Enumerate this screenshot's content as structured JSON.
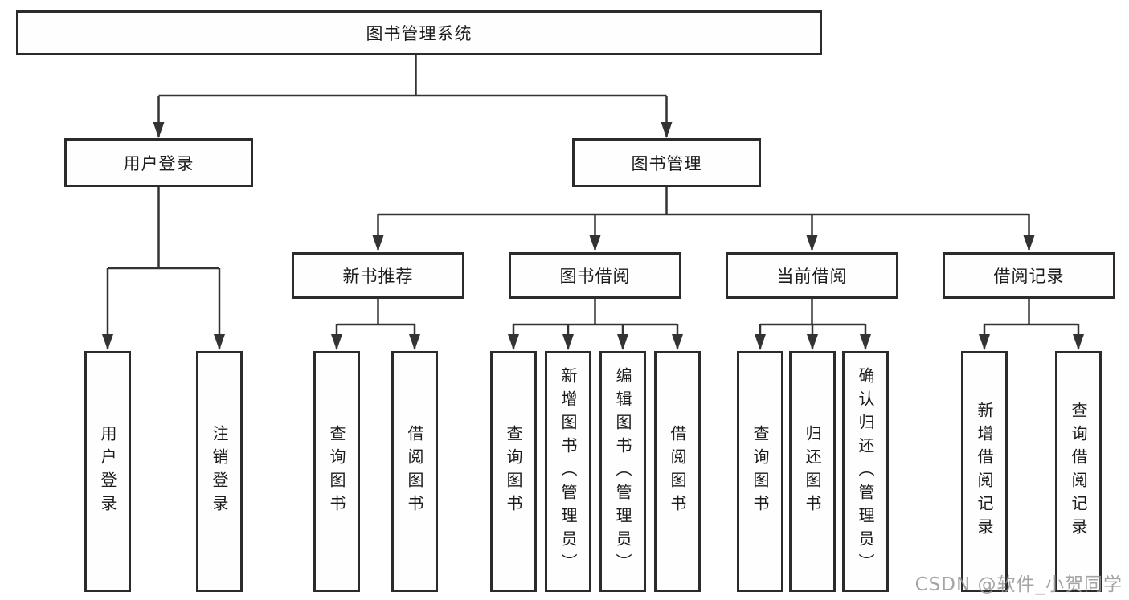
{
  "page": {
    "background_color": "#ffffff",
    "line_color": "#333333",
    "box_border_color": "#2b2b2b",
    "text_color": "#1c1c1c"
  },
  "diagram": {
    "type": "hierarchy-tree",
    "root": {
      "id": "library-management-system",
      "label": "图书管理系统"
    },
    "level2": [
      {
        "id": "user-login",
        "label": "用户登录",
        "parent": "library-management-system"
      },
      {
        "id": "book-management",
        "label": "图书管理",
        "parent": "library-management-system"
      }
    ],
    "level3": [
      {
        "id": "new-book-recommend",
        "label": "新书推荐",
        "parent": "book-management"
      },
      {
        "id": "book-borrowing",
        "label": "图书借阅",
        "parent": "book-management"
      },
      {
        "id": "current-borrowing",
        "label": "当前借阅",
        "parent": "book-management"
      },
      {
        "id": "borrowing-records",
        "label": "借阅记录",
        "parent": "book-management"
      }
    ],
    "leaves": [
      {
        "id": "leaf-user-login",
        "label": "用户登录",
        "parent": "user-login"
      },
      {
        "id": "leaf-logout",
        "label": "注销登录",
        "parent": "user-login"
      },
      {
        "id": "leaf-query-books-1",
        "label": "查询图书",
        "parent": "new-book-recommend"
      },
      {
        "id": "leaf-borrow-books-1",
        "label": "借阅图书",
        "parent": "new-book-recommend"
      },
      {
        "id": "leaf-query-books-2",
        "label": "查询图书",
        "parent": "book-borrowing"
      },
      {
        "id": "leaf-add-books-admin",
        "label": "新增图书（管理员）",
        "parent": "book-borrowing"
      },
      {
        "id": "leaf-edit-books-admin",
        "label": "编辑图书（管理员）",
        "parent": "book-borrowing"
      },
      {
        "id": "leaf-borrow-books-2",
        "label": "借阅图书",
        "parent": "book-borrowing"
      },
      {
        "id": "leaf-query-books-3",
        "label": "查询图书",
        "parent": "current-borrowing"
      },
      {
        "id": "leaf-return-books",
        "label": "归还图书",
        "parent": "current-borrowing"
      },
      {
        "id": "leaf-confirm-return-admin",
        "label": "确认归还（管理员）",
        "parent": "current-borrowing"
      },
      {
        "id": "leaf-add-borrow-record",
        "label": "新增借阅记录",
        "parent": "borrowing-records"
      },
      {
        "id": "leaf-query-borrow-record",
        "label": "查询借阅记录",
        "parent": "borrowing-records"
      }
    ]
  },
  "watermark": {
    "text": "CSDN @软件_小贺同学",
    "color": "#949494"
  }
}
